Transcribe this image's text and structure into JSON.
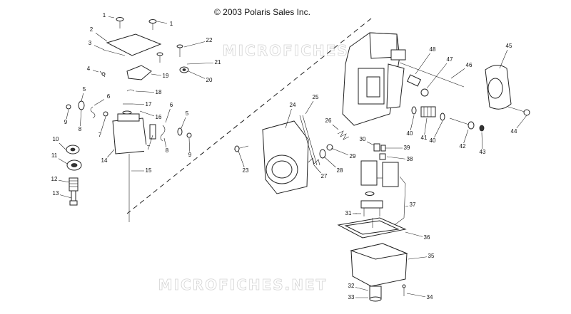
{
  "copyright": "© 2003 Polaris Sales Inc.",
  "watermark": "MICROFICHES.NET",
  "colors": {
    "line": "#222222",
    "background": "#ffffff",
    "watermark": "#d4d4d4"
  },
  "callouts": [
    "1",
    "1",
    "2",
    "3",
    "4",
    "5",
    "6",
    "7",
    "8",
    "9",
    "10",
    "11",
    "12",
    "13",
    "14",
    "15",
    "16",
    "17",
    "18",
    "19",
    "20",
    "21",
    "22",
    "23",
    "24",
    "25",
    "26",
    "27",
    "28",
    "29",
    "30",
    "31",
    "32",
    "33",
    "34",
    "35",
    "36",
    "37",
    "38",
    "39",
    "40",
    "40",
    "41",
    "42",
    "43",
    "44",
    "45",
    "46",
    "47",
    "48",
    "5",
    "6",
    "7",
    "8",
    "9"
  ]
}
